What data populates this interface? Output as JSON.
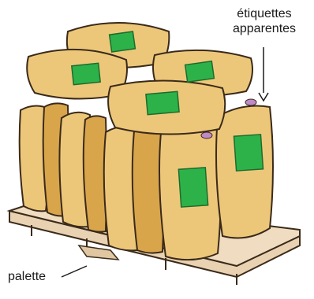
{
  "labels": {
    "visible_labels_line1": "étiquettes",
    "visible_labels_line2": "apparentes",
    "pallet": "palette"
  },
  "colors": {
    "bag_fill": "#EDC779",
    "bag_shade": "#D9A54B",
    "label_green": "#2DB24A",
    "pallet_wood": "#F0DCC0",
    "outline": "#3a2a1a",
    "tag_pink": "#C08AC8"
  }
}
